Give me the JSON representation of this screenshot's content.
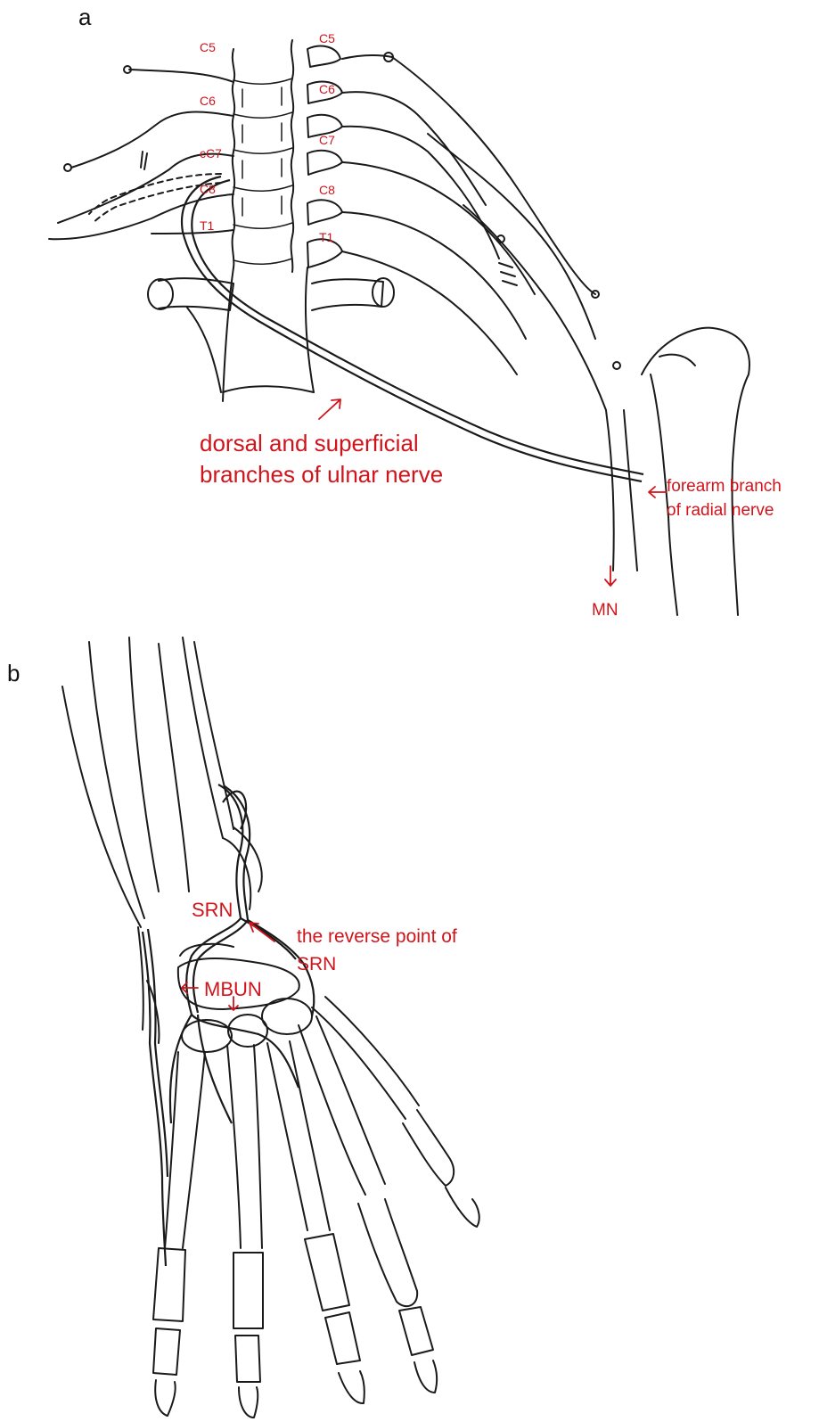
{
  "panel_a": {
    "letter": "a",
    "left_roots": [
      "C5",
      "C6",
      "cC7",
      "C8",
      "T1"
    ],
    "right_roots": [
      "C5",
      "C6",
      "C7",
      "C8",
      "T1"
    ],
    "ulnar_label_line1": "dorsal and superficial",
    "ulnar_label_line2": "branches of ulnar nerve",
    "radial_label_line1": "forearm branch",
    "radial_label_line2": "of radial nerve",
    "mn_label": "MN"
  },
  "panel_b": {
    "letter": "b",
    "srn_label": "SRN",
    "reverse_label_line1": "the reverse point of",
    "reverse_label_line2": "SRN",
    "mbun_label": "MBUN"
  },
  "colors": {
    "label": "#d0141c",
    "line": "#1a1a1a"
  }
}
